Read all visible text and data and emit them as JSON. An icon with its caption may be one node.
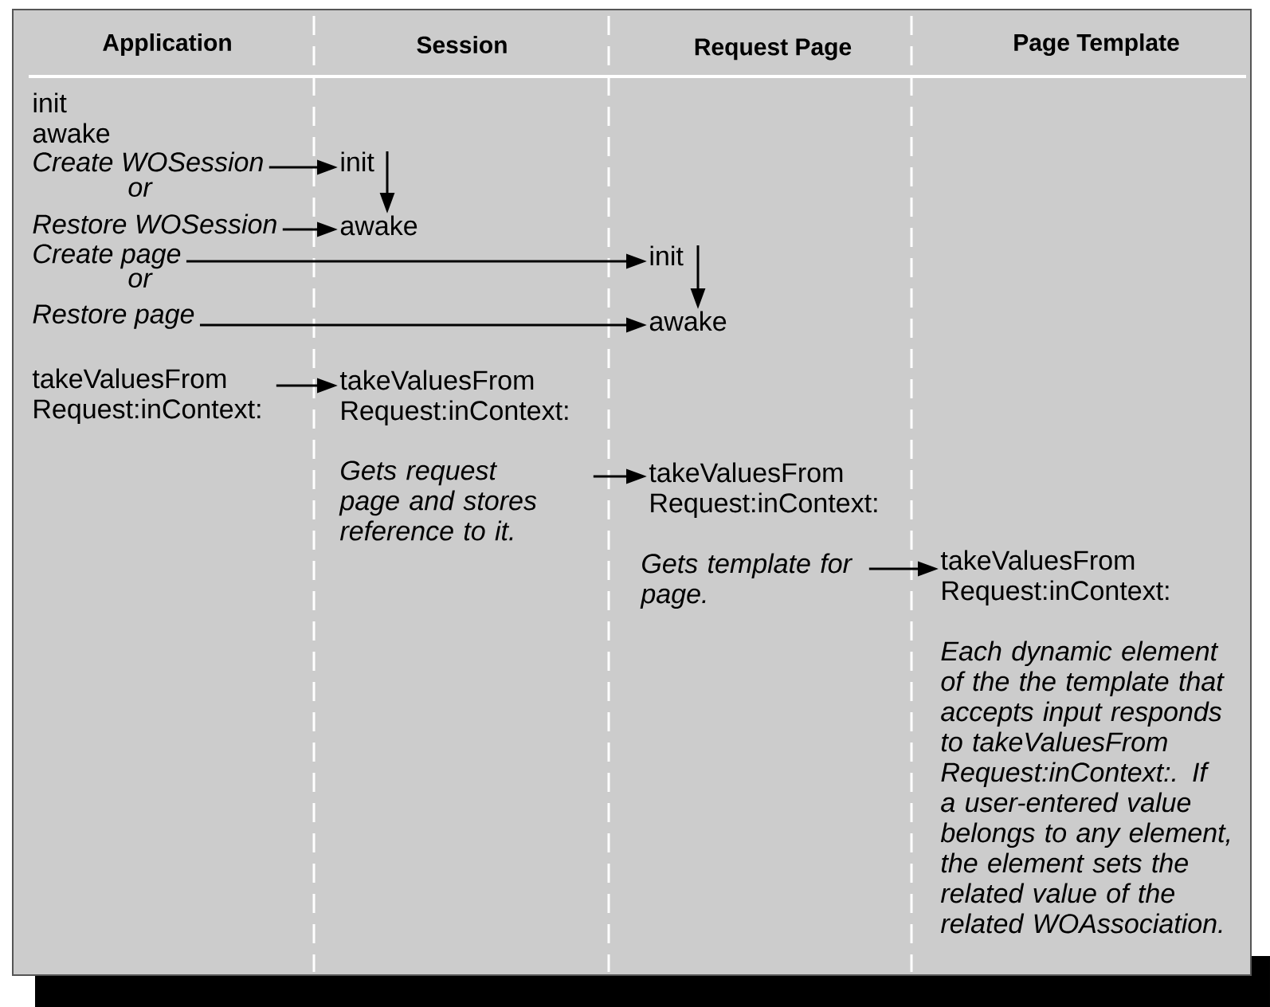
{
  "diagram": {
    "nodes": [
      {
        "text": [
          "Create WOSession"
        ]
      },
      {
        "text": [
          "init"
        ]
      },
      {
        "text": [
          "Restore WOSession"
        ]
      },
      {
        "text": [
          "awake"
        ]
      },
      {
        "text": [
          "Create page"
        ]
      },
      {
        "text": [
          "init"
        ]
      },
      {
        "text": [
          "Restore page"
        ]
      },
      {
        "text": [
          "awake"
        ]
      },
      {
        "text": [
          "takeValuesFrom Request:inContext:"
        ]
      },
      {
        "text": [
          "takeValuesFrom Request:inContext:"
        ]
      },
      {
        "text": [
          "Gets request page and stores reference to it."
        ]
      },
      {
        "text": [
          "takeValuesFrom Request:inContext:"
        ]
      },
      {
        "text": [
          "Gets template for page."
        ]
      },
      {
        "text": [
          "takeValuesFrom Request:inContext:"
        ]
      }
    ],
    "edges": [
      {
        "from": 0,
        "to": 1,
        "arrow": "to"
      },
      {
        "from": 2,
        "to": 3,
        "arrow": "to"
      },
      {
        "from": 1,
        "to": 3,
        "arrow": "to"
      },
      {
        "from": 4,
        "to": 5,
        "arrow": "to"
      },
      {
        "from": 6,
        "to": 7,
        "arrow": "to"
      },
      {
        "from": 5,
        "to": 7,
        "arrow": "to"
      },
      {
        "from": 8,
        "to": 9,
        "arrow": "to"
      },
      {
        "from": 10,
        "to": 11,
        "arrow": "to"
      },
      {
        "from": 12,
        "to": 13,
        "arrow": "to"
      }
    ],
    "labels": [
      "Application",
      "Session",
      "Request Page",
      "Page Template",
      "init",
      "awake",
      "or",
      "or",
      "Each dynamic element of the the template that accepts input responds to takeValuesFrom Request:inContext:. If a user-entered value belongs to any element, the element sets the related value of the related WOAssociation."
    ]
  }
}
